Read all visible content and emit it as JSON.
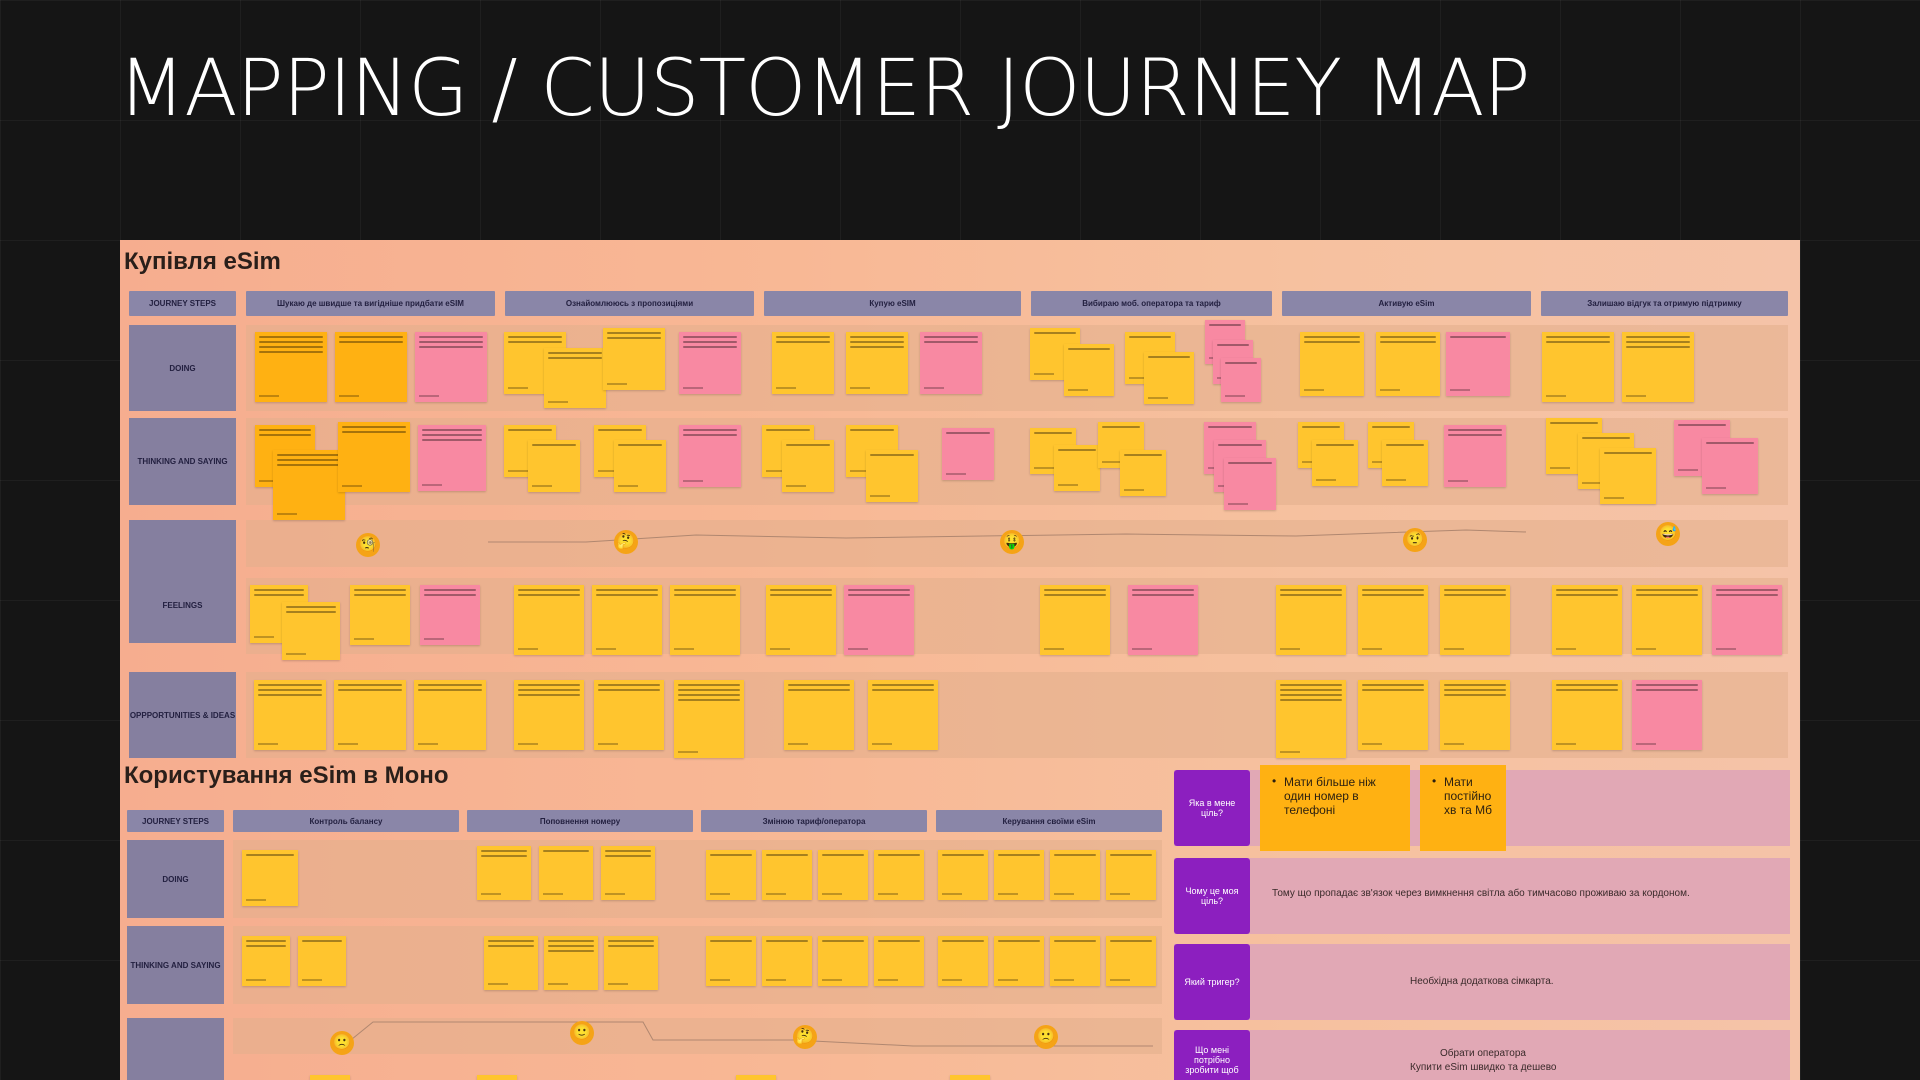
{
  "page_title": "MAPPING / CUSTOMER JOURNEY MAP",
  "section1": {
    "title": "Купівля eSim",
    "journey_label": "JOURNEY STEPS",
    "steps": [
      "Шукаю де швидше та вигідніше придбати eSIM",
      "Ознайомлююсь з пропозиціями",
      "Купую eSIM",
      "Вибираю моб. оператора та тариф",
      "Активую eSim",
      "Залишаю відгук та отримую підтримку"
    ],
    "rows": [
      "DOING",
      "THINKING AND SAYING",
      "",
      "FEELINGS",
      "OPPPORTUNITIES & IDEAS"
    ]
  },
  "section2": {
    "title": "Користування eSim в Моно",
    "journey_label": "JOURNEY STEPS",
    "steps": [
      "Контроль балансу",
      "Поповнення номеру",
      "Змінюю тариф/оператора",
      "Керування своїми eSim"
    ],
    "rows": [
      "DOING",
      "THINKING AND SAYING",
      ""
    ]
  },
  "info": {
    "q1": "Яка в мене ціль?",
    "q1_goals": [
      "Мати більше ніж один номер в телефоні",
      "Мати постійно хв та Мб"
    ],
    "q2": "Чому це моя ціль?",
    "q2_answer": "Тому що пропадає зв'язок через вимкнення світла або тимчасово проживаю за кордоном.",
    "q3": "Який тригер?",
    "q3_answer": "Необхідна додаткова сімкарта.",
    "q4": "Що мені потрібно зробити щоб",
    "q4_answer_1": "Обрати оператора",
    "q4_answer_2": "Купити eSim швидко та дешево"
  },
  "emojis": {
    "s1": [
      "🧐",
      "🤔",
      "🤑",
      "🤨",
      "😅"
    ],
    "s2": [
      "🙁",
      "🙂",
      "🤔",
      "🙁"
    ]
  },
  "colors": {
    "sticky_yellow": "#ffb112",
    "sticky_pink": "#f889a2",
    "purple": "#8c1fbf",
    "band": "#e1a8b5"
  }
}
